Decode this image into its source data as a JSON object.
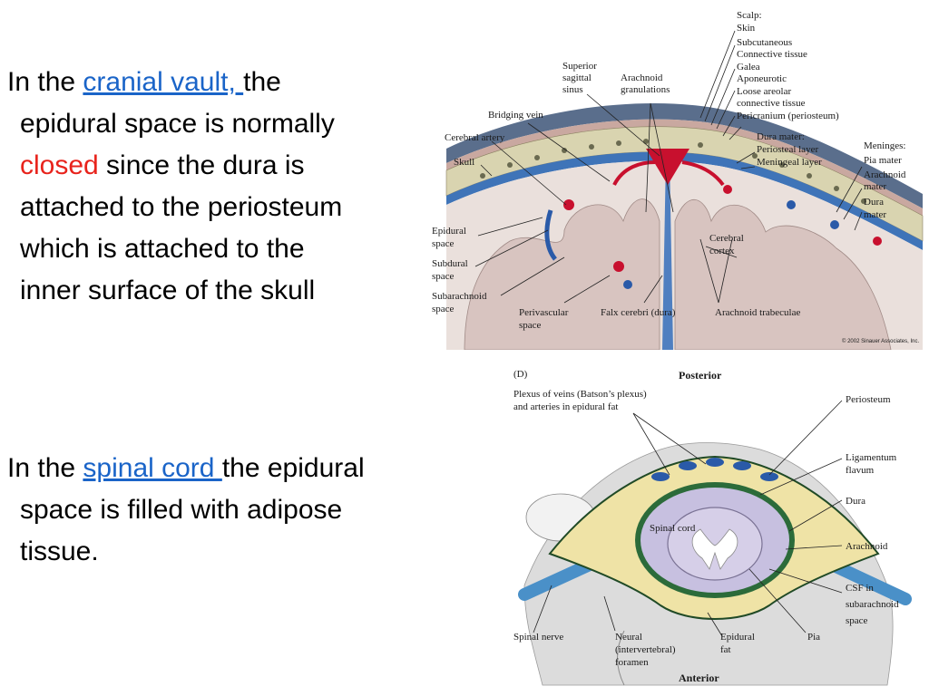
{
  "text_blocks": {
    "cranial": {
      "line1_pre": "In the ",
      "line1_link": "cranial vault, ",
      "line1_post": "the",
      "line2": "epidural space is normally",
      "line3_red": "closed",
      "line3_post": " since the dura is",
      "line4": "attached to the periosteum",
      "line5": "which is attached to the",
      "line6": "inner surface of the skull"
    },
    "spinal": {
      "line1_pre": "In the ",
      "line1_link": "spinal cord ",
      "line1_post": "the epidural",
      "line2": "space is filled with adipose",
      "line3": "tissue."
    }
  },
  "colors": {
    "link": "#1a64c8",
    "highlight": "#e8231c",
    "artery": "#c8102e",
    "vein": "#2a5aa8",
    "skull": "#d9d4b0",
    "brain": "#d8c4c0",
    "scalp": "#5a6e8c"
  },
  "brain_diagram": {
    "scalp": {
      "title": "Scalp:",
      "items": [
        "Skin",
        "Subcutaneous",
        "Connective tissue",
        "Galea",
        "Aponeurotic",
        "Loose areolar",
        "connective tissue",
        "Pericranium (periosteum)"
      ]
    },
    "meninges": {
      "title": "Meninges:",
      "items": [
        "Pia mater",
        "Arachnoid",
        "mater",
        "Dura",
        "mater"
      ]
    },
    "dura_mater": {
      "title": "Dura mater:",
      "items": [
        "Periosteal layer",
        "Meningeal layer"
      ]
    },
    "superior_sagittal_sinus": [
      "Superior",
      "sagittal",
      "sinus"
    ],
    "arachnoid_granulations": [
      "Arachnoid",
      "granulations"
    ],
    "bridging_vein": "Bridging vein",
    "cerebral_artery": "Cerebral artery",
    "skull": "Skull",
    "epidural_space": [
      "Epidural",
      "space"
    ],
    "subdural_space": [
      "Subdural",
      "space"
    ],
    "subarachnoid_space": [
      "Subarachnoid",
      "space"
    ],
    "perivascular_space": [
      "Perivascular",
      "space"
    ],
    "falx_cerebri": "Falx cerebri (dura)",
    "arachnoid_trabeculae": "Arachnoid trabeculae",
    "cerebral_cortex": [
      "Cerebral",
      "cortex"
    ],
    "copyright": "© 2002 Sinauer Associates, Inc."
  },
  "spine_diagram": {
    "panel_letter": "(D)",
    "posterior": "Posterior",
    "anterior": "Anterior",
    "plexus": [
      "Plexus of veins (Batson’s plexus)",
      "and arteries in epidural fat"
    ],
    "periosteum": "Periosteum",
    "ligamentum_flavum": [
      "Ligamentum",
      "flavum"
    ],
    "dura": "Dura",
    "spinal_cord": "Spinal cord",
    "arachnoid": "Arachnoid",
    "csf": [
      "CSF in",
      "subarachnoid",
      "space"
    ],
    "pia": "Pia",
    "epidural_fat": [
      "Epidural",
      "fat"
    ],
    "neural_foramen": [
      "Neural",
      "(intervertebral)",
      "foramen"
    ],
    "spinal_nerve": "Spinal nerve"
  }
}
